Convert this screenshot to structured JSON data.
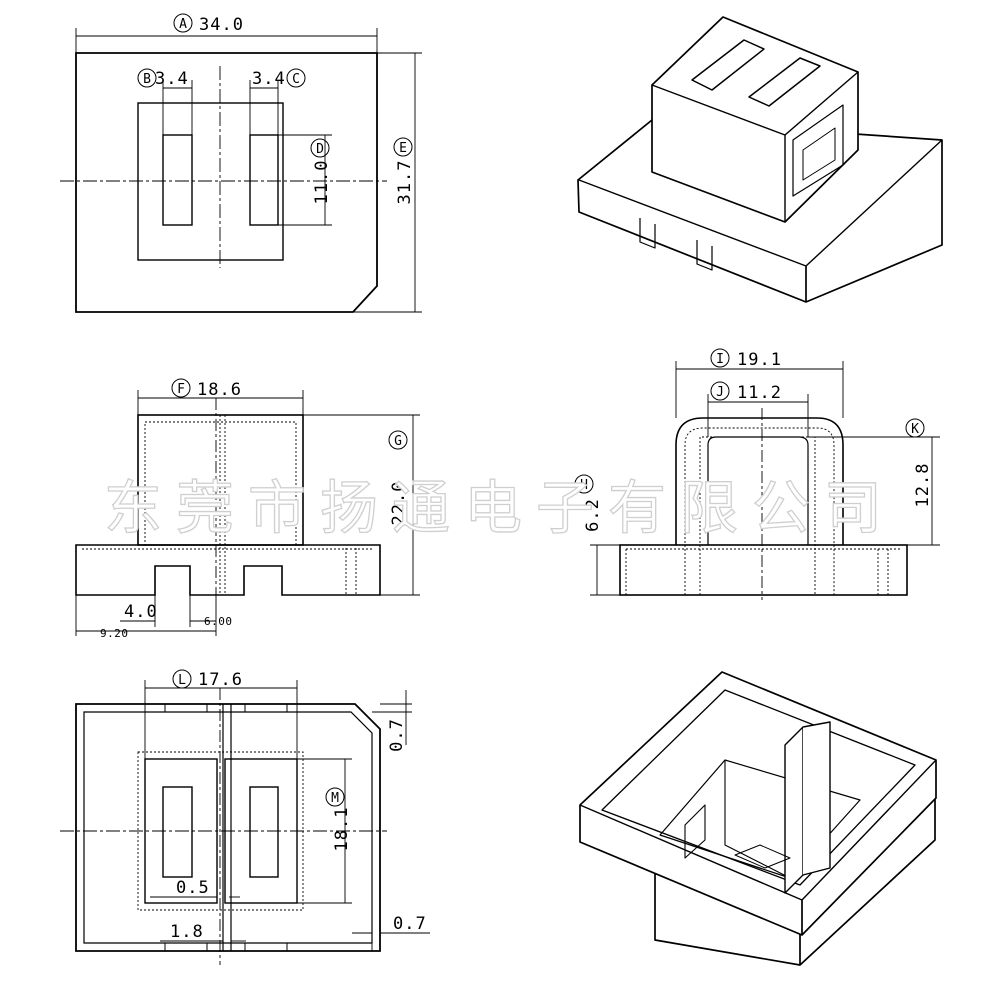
{
  "watermark": "东莞市扬通电子有限公司",
  "top_view": {
    "A": {
      "letter": "A",
      "value": "34.0"
    },
    "B": {
      "letter": "B",
      "value": "3.4"
    },
    "C": {
      "letter": "C",
      "value": "3.4"
    },
    "D": {
      "letter": "D",
      "value": "11.0"
    },
    "E": {
      "letter": "E",
      "value": "31.7"
    }
  },
  "front_view": {
    "F": {
      "letter": "F",
      "value": "18.6"
    },
    "G": {
      "letter": "G",
      "value": "22.0"
    },
    "slot_width": "4.0",
    "pitch_a": "9.20",
    "pitch_b": "6.00"
  },
  "side_view": {
    "H": {
      "letter": "H",
      "value": "6.2"
    },
    "I": {
      "letter": "I",
      "value": "19.1"
    },
    "J": {
      "letter": "J",
      "value": "11.2"
    },
    "K": {
      "letter": "K",
      "value": "12.8"
    }
  },
  "bottom_view": {
    "L": {
      "letter": "L",
      "value": "17.6"
    },
    "M": {
      "letter": "M",
      "value": "18.1"
    },
    "top_right_gap": "0.7",
    "bottom_right_gap": "0.7",
    "inner_gap": "0.5",
    "slot_gap": "1.8"
  }
}
